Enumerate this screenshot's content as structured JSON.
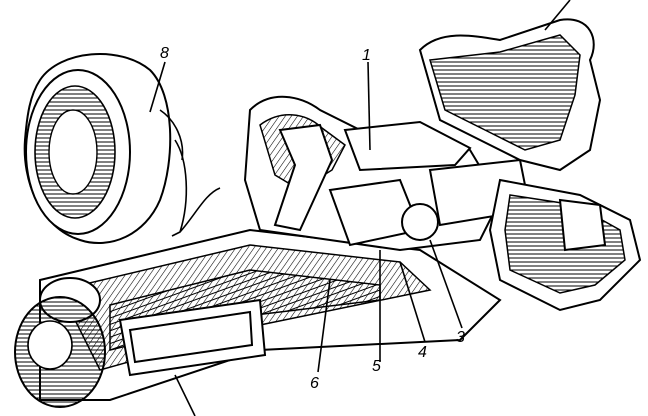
{
  "labels": {
    "part_1": "1",
    "part_3": "3",
    "part_4": "4",
    "part_5": "5",
    "part_6": "6",
    "part_8": "8"
  }
}
